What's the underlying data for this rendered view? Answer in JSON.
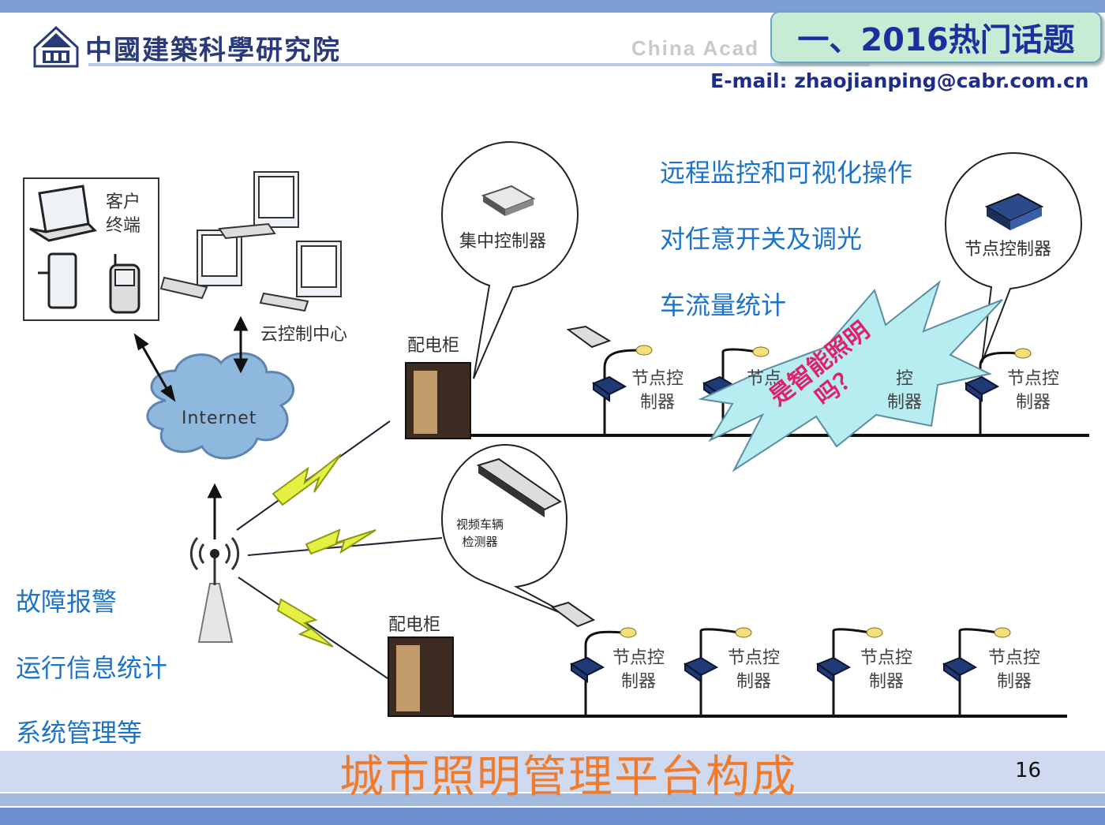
{
  "header": {
    "org_name": "中國建築科學研究院",
    "english_name": "China Acad",
    "topic_badge": "一、2016热门话题",
    "email": "E-mail: zhaojianping@cabr.com.cn"
  },
  "features_top": [
    "远程监控和可视化操作",
    "对任意开关及调光",
    "车流量统计"
  ],
  "features_left": [
    "故障报警",
    "运行信息统计",
    "系统管理等"
  ],
  "diagram": {
    "client_label_1": "客户",
    "client_label_2": "终端",
    "cloud_center": "云控制中心",
    "internet": "Internet",
    "cabinet_top": "配电柜",
    "cabinet_bottom": "配电柜",
    "central_controller": "集中控制器",
    "node_controller_bubble": "节点控制器",
    "video_detector_1": "视频车辆",
    "video_detector_2": "检测器",
    "node_line1": "节点控",
    "node_line2": "制器",
    "node_partial_1": "节点",
    "node_partial_2": "控",
    "burst_line1": "是智能照明",
    "burst_line2": "吗？"
  },
  "page_title": "城市照明管理平台构成",
  "page_number": "16",
  "colors": {
    "accent_blue": "#1c73c8",
    "title_orange": "#f07b2c",
    "badge_text": "#1d2f9f",
    "burst_text": "#e0206a"
  }
}
